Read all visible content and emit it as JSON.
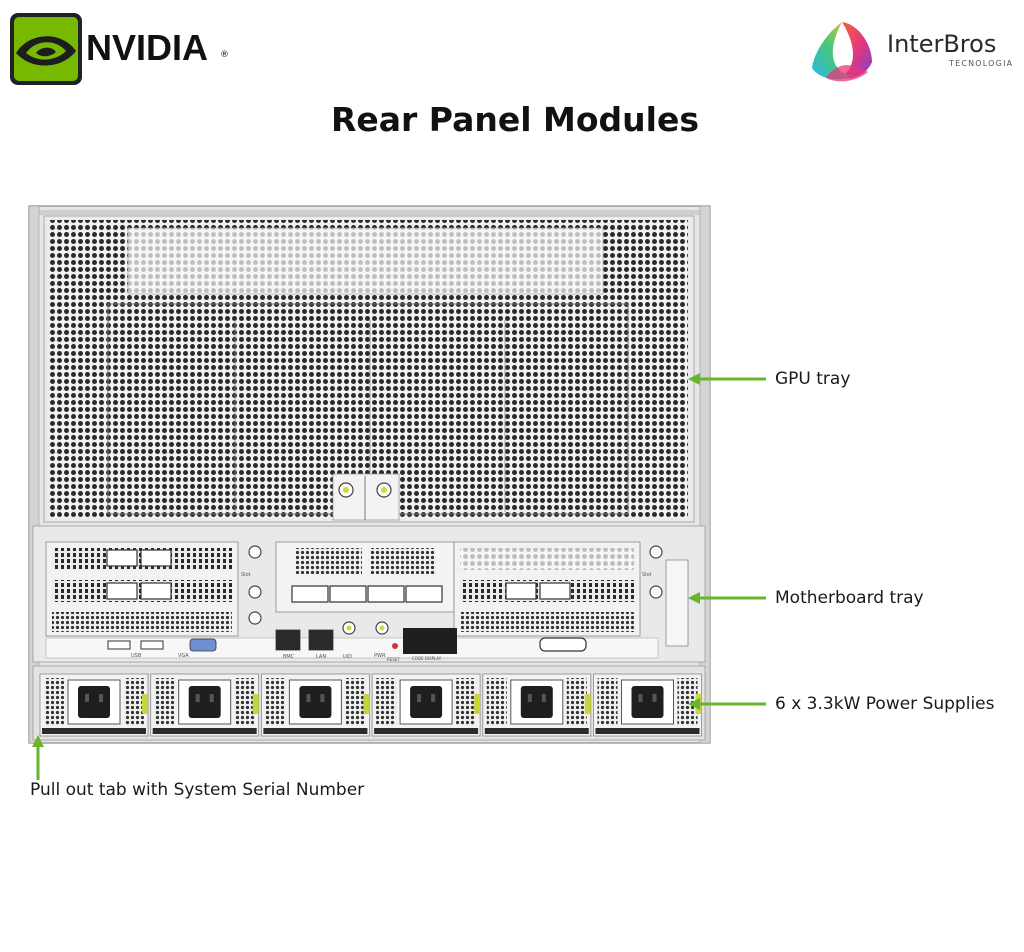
{
  "logos": {
    "nvidia": {
      "wordmark": "NVIDIA",
      "registered": "®",
      "brand_color": "#76b900"
    },
    "interbros": {
      "wordmark": "InterBros",
      "tagline": "TECNOLOGIA"
    }
  },
  "title": "Rear Panel Modules",
  "callouts": [
    {
      "id": "gpu-tray",
      "label": "GPU tray"
    },
    {
      "id": "motherboard-tray",
      "label": "Motherboard tray"
    },
    {
      "id": "power-supplies",
      "label": "6 x 3.3kW Power Supplies"
    },
    {
      "id": "pull-out-tab",
      "label": "Pull out tab with System Serial Number"
    }
  ],
  "panel_labels": {
    "usb": "USB",
    "vga": "VGA",
    "bmc": "BMC",
    "lan": "LAN",
    "uid": "UID",
    "pwr": "PWR",
    "reset": "RESET",
    "code_display": "CODE DISPLAY",
    "slot_left": "Slot",
    "slot_right": "Slot"
  },
  "psu_count": 6,
  "colors": {
    "arrow": "#6ab42d",
    "chassis": "#e4e4e4",
    "grille": "#2b2b2b",
    "psu_latch": "#c8d43a"
  }
}
